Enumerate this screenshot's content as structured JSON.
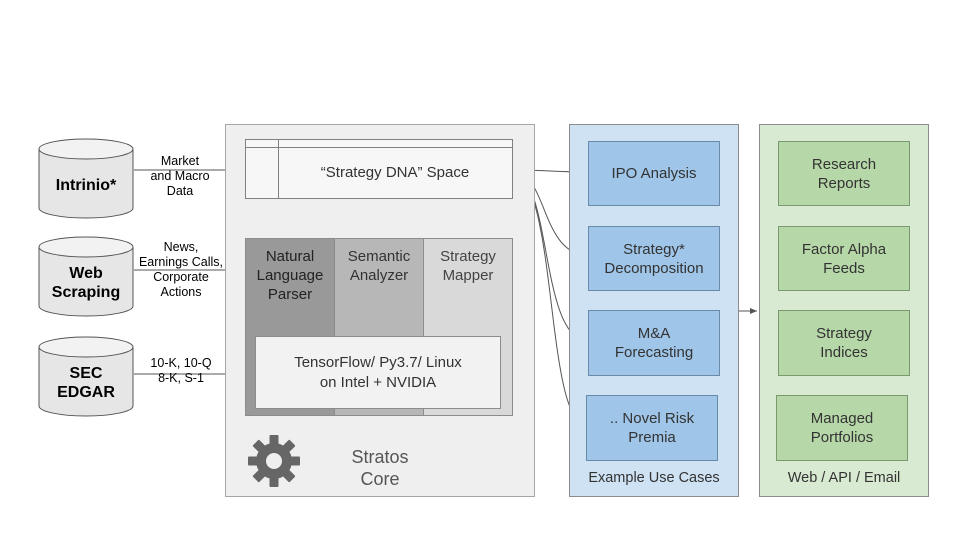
{
  "sources": [
    {
      "name": "Intrinio*",
      "note": "Market\nand Macro\nData"
    },
    {
      "name": "Web\nScraping",
      "note": "News,\nEarnings Calls,\nCorporate\nActions"
    },
    {
      "name": "SEC\nEDGAR",
      "note": "10-K, 10-Q\n8-K, S-1"
    }
  ],
  "core": {
    "strategy_dna": "“Strategy DNA” Space",
    "engine_columns": [
      "Natural Language Parser",
      "Semantic Analyzer",
      "Strategy Mapper"
    ],
    "platform": "TensorFlow/ Py3.7/ Linux\non Intel + NVIDIA",
    "label": "Stratos\nCore",
    "icon": "gear-icon"
  },
  "use_cases": {
    "items": [
      "IPO Analysis",
      "Strategy*\nDecomposition",
      "M&A\nForecasting",
      ".. Novel Risk\nPremia"
    ],
    "caption": "Example Use Cases"
  },
  "delivery": {
    "items": [
      "Research\nReports",
      "Factor Alpha\nFeeds",
      "Strategy\nIndices",
      "Managed\nPortfolios"
    ],
    "caption": "Web / API / Email"
  },
  "colors": {
    "core_bg": "#efefef",
    "engine_col1": "#999999",
    "engine_col2": "#b7b7b7",
    "engine_col3": "#d9d9d9",
    "use_case_panel": "#cfe2f3",
    "use_case_box": "#9fc5e8",
    "delivery_panel": "#d9ead3",
    "delivery_box": "#b6d7a8",
    "gear": "#666666"
  }
}
